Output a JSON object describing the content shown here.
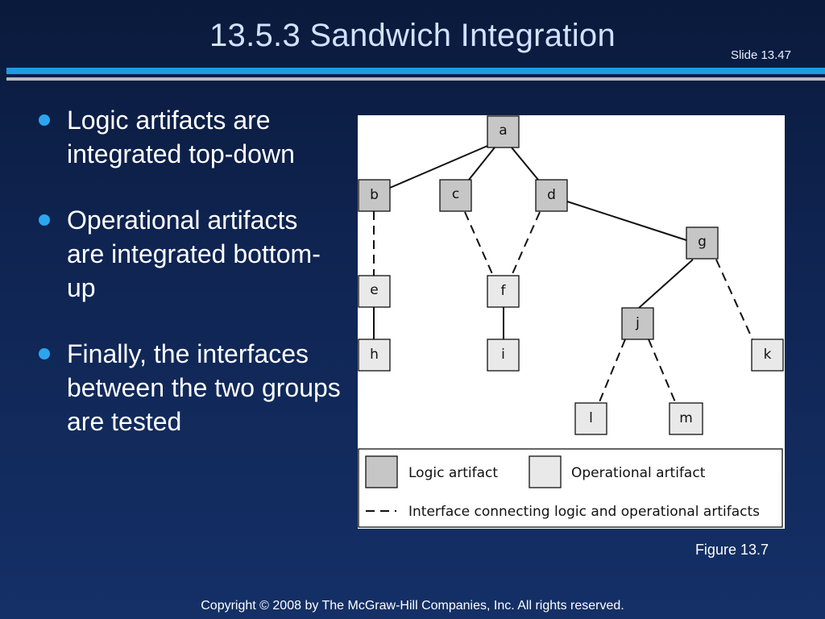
{
  "slide": {
    "title": "13.5.3  Sandwich Integration",
    "number": "Slide 13.47",
    "copyright": "Copyright © 2008 by The McGraw-Hill Companies, Inc.  All rights reserved.",
    "figure_caption": "Figure 13.7"
  },
  "bullets": [
    "Logic artifacts are integrated top-down",
    "Operational artifacts are integrated bottom-up",
    "Finally, the interfaces between the two groups are tested"
  ],
  "diagram": {
    "nodes": {
      "a": "a",
      "b": "b",
      "c": "c",
      "d": "d",
      "e": "e",
      "f": "f",
      "g": "g",
      "h": "h",
      "i": "i",
      "j": "j",
      "k": "k",
      "l": "l",
      "m": "m"
    },
    "legend": {
      "logic": "Logic artifact",
      "operational": "Operational artifact",
      "interface": "Interface connecting logic and operational artifacts"
    }
  },
  "colors": {
    "background_top": "#0a1a3c",
    "background_bottom": "#143067",
    "title": "#cfe3ff",
    "accent": "#1e9be6",
    "bullet": "#2aa6ee",
    "logic_fill": "#c6c6c6",
    "operational_fill": "#e9e9e9"
  }
}
